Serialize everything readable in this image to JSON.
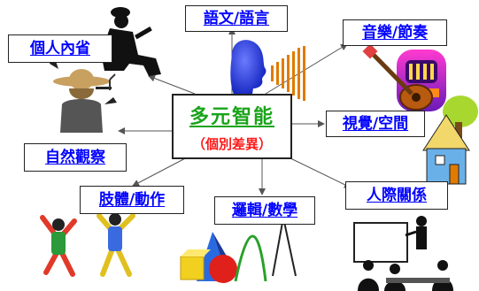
{
  "center": {
    "title": "多元智能",
    "subtitle": "（個別差異）"
  },
  "nodes": {
    "intrapersonal": "個人內省",
    "linguistic": "語文/語言",
    "musical": "音樂/節奏",
    "naturalist": "自然觀察",
    "spatial": "視覺/空間",
    "bodily": "肢體/動作",
    "logical": "邏輯/數學",
    "interpersonal": "人際關係"
  },
  "colors": {
    "label": "#0000ff",
    "title": "#1aa31a",
    "subtitle": "#ff1a1a",
    "line": "#555555"
  }
}
